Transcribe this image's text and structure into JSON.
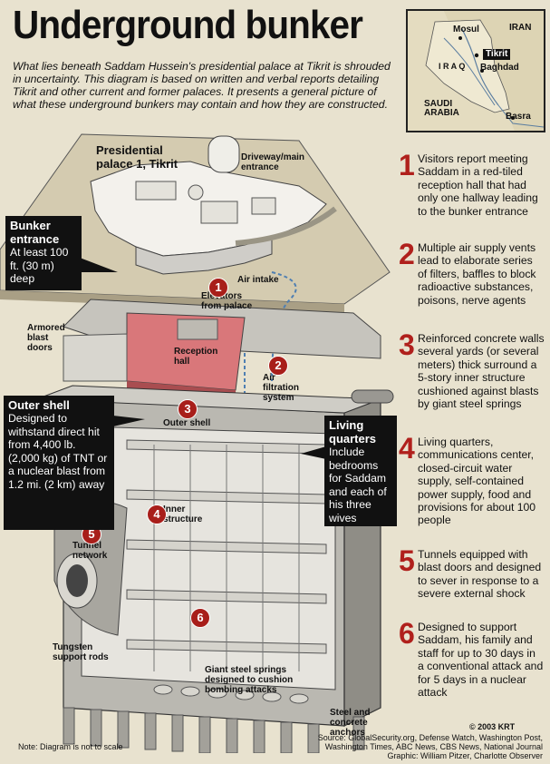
{
  "title": "Underground bunker",
  "intro": "What lies beneath Saddam Hussein's presidential palace at Tikrit is shrouded in uncertainty. This diagram is based on written and verbal reports detailing Tikrit and other current and former palaces. It presents a general picture of what these underground bunkers may contain and how they are constructed.",
  "map": {
    "labels": {
      "iran": "IRAN",
      "mosul": "Mosul",
      "tikrit": "Tikrit",
      "iraq": "I R A Q",
      "baghdad": "Baghdad",
      "saudi": "SAUDI ARABIA",
      "basra": "Basra"
    }
  },
  "steps": [
    {
      "num": "1",
      "text": "Visitors report meeting Saddam in a red-tiled reception hall that had only one hallway leading to the bunker entrance"
    },
    {
      "num": "2",
      "text": "Multiple air supply vents lead to elaborate series of filters, baffles to block radioactive substances, poisons, nerve agents"
    },
    {
      "num": "3",
      "text": "Reinforced concrete walls several yards (or several meters) thick surround a 5-story inner structure cushioned against blasts by giant steel springs"
    },
    {
      "num": "4",
      "text": "Living quarters, communications center, closed-circuit water supply, self-contained power supply, food and provisions for about 100 people"
    },
    {
      "num": "5",
      "text": "Tunnels equipped with blast doors and designed to sever in response to a severe external shock"
    },
    {
      "num": "6",
      "text": "Designed to support Saddam, his family and staff for up to 30 days in a conventional attack and for 5 days in a nuclear attack"
    }
  ],
  "callouts": {
    "bunker_entrance": {
      "heading": "Bunker entrance",
      "text": "At least 100 ft. (30 m) deep"
    },
    "outer_shell": {
      "heading": "Outer shell",
      "text": "Designed to withstand direct hit from 4,400 lb. (2,000 kg) of TNT or a nuclear blast from 1.2 mi. (2 km) away"
    },
    "living_quarters": {
      "heading": "Living quarters",
      "text": "Include bedrooms for Saddam and each of his three wives"
    }
  },
  "labels": {
    "palace": "Presidential palace 1, Tikrit",
    "driveway": "Driveway/main entrance",
    "air_intake": "Air intake",
    "elevators": "Elevators from palace",
    "armored_doors": "Armored blast doors",
    "reception_hall": "Reception hall",
    "air_filtration": "Air filtration system",
    "outer_shell": "Outer shell",
    "inner_structure": "Inner structure",
    "tunnel_network": "Tunnel network",
    "tungsten": "Tungsten support rods",
    "springs": "Giant steel springs designed to cushion bombing attacks",
    "anchors": "Steel and concrete anchors"
  },
  "badges": [
    "1",
    "2",
    "3",
    "4",
    "5",
    "6"
  ],
  "copyright": "© 2003 KRT",
  "source": "Source: GlobalSecurity.org, Defense Watch, Washington Post, Washington Times, ABC News, CBS News, National Journal",
  "graphic": "Graphic: William Pitzer, Charlotte Observer",
  "note": "Note: Diagram is not to scale",
  "colors": {
    "accent": "#b0201c",
    "callout_bg": "#111111",
    "ground": "#c9c0a0",
    "concrete": "#b9b7b0",
    "reception_floor": "#d9777a"
  }
}
